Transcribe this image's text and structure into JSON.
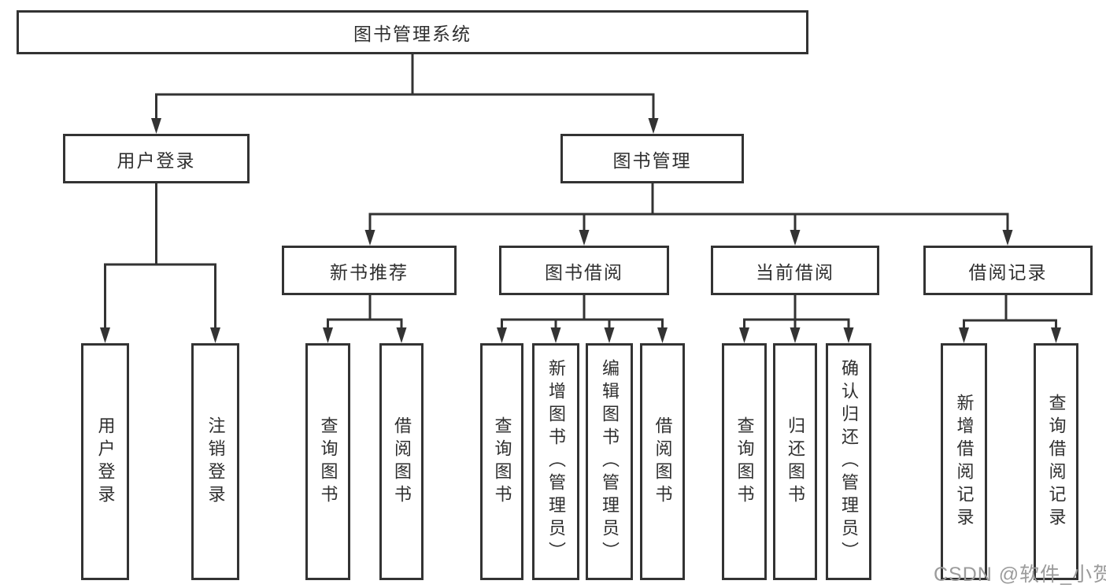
{
  "diagram_title": "图书管理系统",
  "tree": {
    "root": {
      "label": "图书管理系统",
      "children": [
        {
          "label": "用户登录",
          "children": [
            {
              "label": "用户登录"
            },
            {
              "label": "注销登录"
            }
          ]
        },
        {
          "label": "图书管理",
          "children": [
            {
              "label": "新书推荐",
              "children": [
                {
                  "label": "查询图书"
                },
                {
                  "label": "借阅图书"
                }
              ]
            },
            {
              "label": "图书借阅",
              "children": [
                {
                  "label": "查询图书"
                },
                {
                  "label": "新增图书（管理员）"
                },
                {
                  "label": "编辑图书（管理员）"
                },
                {
                  "label": "借阅图书"
                }
              ]
            },
            {
              "label": "当前借阅",
              "children": [
                {
                  "label": "查询图书"
                },
                {
                  "label": "归还图书"
                },
                {
                  "label": "确认归还（管理员）"
                }
              ]
            },
            {
              "label": "借阅记录",
              "children": [
                {
                  "label": "新增借阅记录"
                },
                {
                  "label": "查询借阅记录"
                }
              ]
            }
          ]
        }
      ]
    }
  },
  "watermark": {
    "text": "CSDN @软件_小贺同学"
  },
  "colors": {
    "line": "#333333",
    "border": "#333333",
    "text": "#2f2f2f",
    "watermark": "#9b9b9b",
    "background": "#ffffff"
  }
}
